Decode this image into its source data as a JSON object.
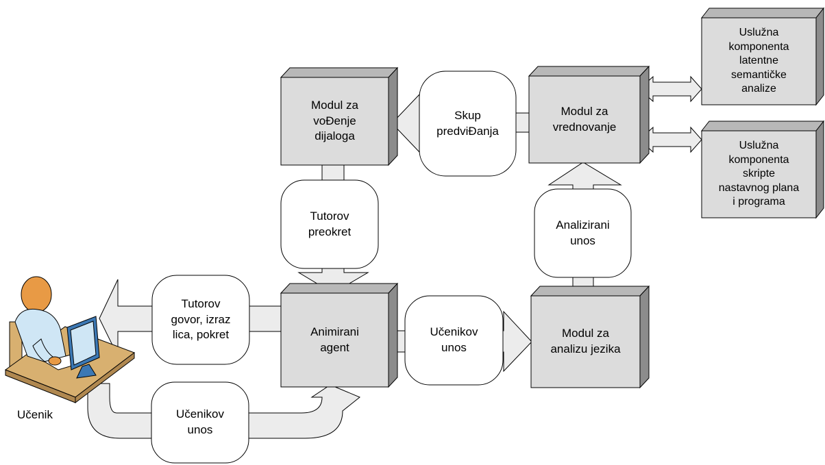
{
  "modules": {
    "dialog": "Modul za\nvoĐenje\ndijaloga",
    "evaluation": "Modul za\nvrednovanje",
    "agent": "Animirani\nagent",
    "language": "Modul za\nanalizu jezika",
    "lsa": "Uslužna\nkomponenta\nlatentne\nsemantičke\nanalize",
    "curriculum": "Uslužna\nkomponenta\nskripte\nnastavnog plana\ni programa"
  },
  "flows": {
    "predictions": "Skup\npredviĐanja",
    "tutor_turn": "Tutorov\npreokret",
    "analyzed_input": "Analizirani\nunos",
    "student_input_mid": "Učenikov\nunos",
    "tutor_speech": "Tutorov\ngovor, izraz\nlica, pokret",
    "student_input_bottom": "Učenikov\nunos"
  },
  "student": {
    "label": "Učenik"
  },
  "colors": {
    "box_front": "#dcdcdc",
    "box_top": "#b8b8b8",
    "box_side": "#8c8c8c",
    "arrow_fill": "#ececec",
    "stroke": "#000000",
    "bubble_fill": "#ffffff",
    "desk": "#d8b070",
    "shirt": "#cfe6f5",
    "skin": "#e89a45",
    "monitor": "#3c78b4"
  }
}
